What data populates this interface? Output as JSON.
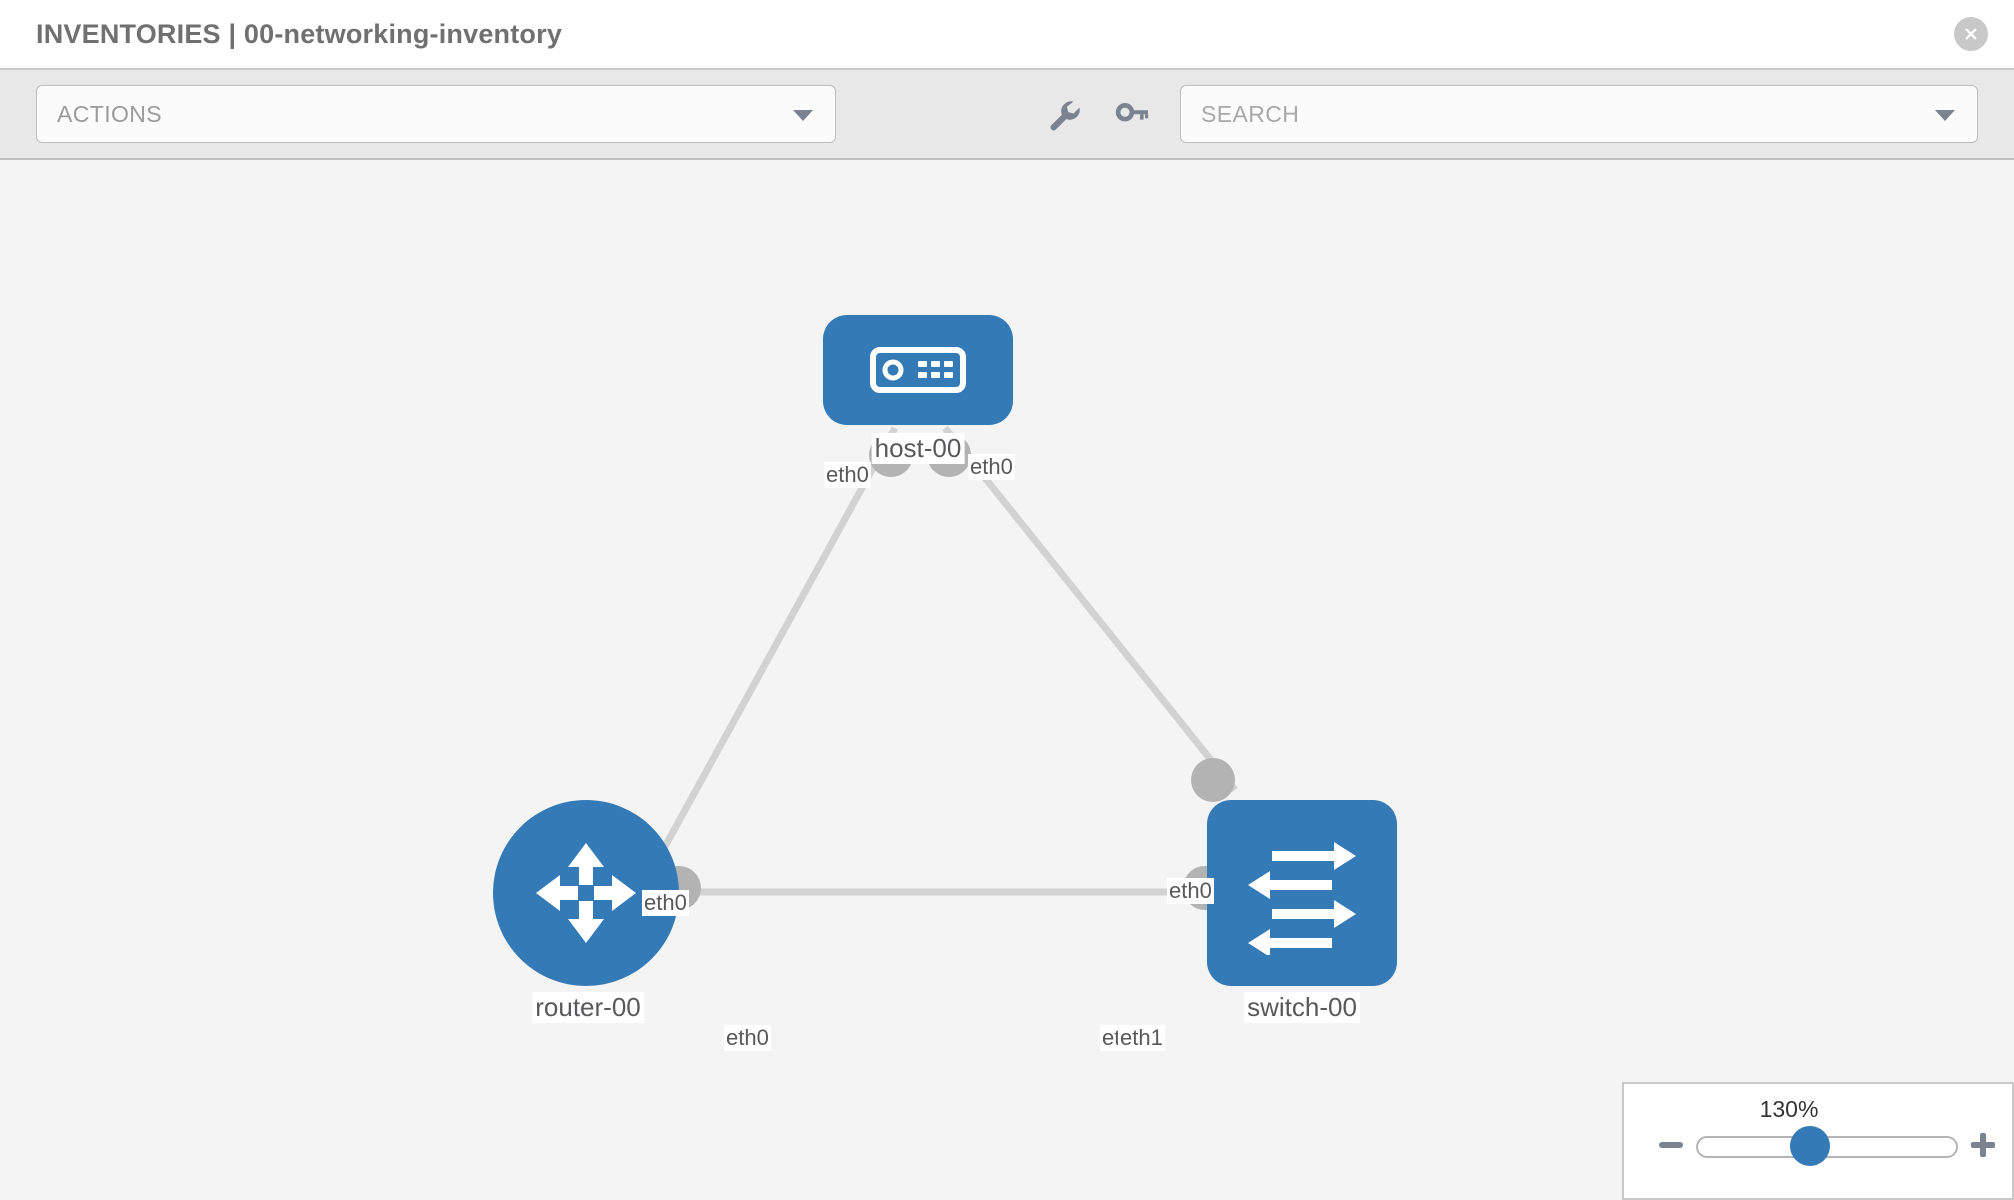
{
  "header": {
    "title": "INVENTORIES | 00-networking-inventory",
    "close_icon": "close-icon"
  },
  "toolbar": {
    "actions_label": "ACTIONS",
    "actions_caret_icon": "chevron-down-icon",
    "wrench_icon": "wrench-icon",
    "key_icon": "key-icon",
    "search_placeholder": "SEARCH",
    "search_caret_icon": "chevron-down-icon"
  },
  "topology": {
    "nodes": [
      {
        "id": "host-00",
        "label": "host-00",
        "type": "host",
        "icon": "server-icon"
      },
      {
        "id": "router-00",
        "label": "router-00",
        "type": "router",
        "icon": "router-arrows-icon"
      },
      {
        "id": "switch-00",
        "label": "switch-00",
        "type": "switch",
        "icon": "switch-arrows-icon"
      }
    ],
    "edges": [
      {
        "from": "host-00",
        "to": "router-00",
        "from_label": "eth0",
        "to_label": "eth0"
      },
      {
        "from": "host-00",
        "to": "switch-00",
        "from_label": "eth0",
        "to_label": "eth0"
      },
      {
        "from": "router-00",
        "to": "switch-00",
        "from_label": "eth0",
        "to_label": "eth1",
        "to_label_overlap": "eth0"
      }
    ],
    "edge_labels": {
      "host_left": "eth0",
      "host_right": "eth0",
      "router_up": "eth0",
      "switch_up": "eth0",
      "router_right": "eth0",
      "switch_left_under": "eth0",
      "switch_left": "eth1"
    },
    "colors": {
      "node_blue": "#337ab7",
      "port_gray": "#b3b3b3",
      "edge_gray": "#d2d2d2",
      "canvas_bg": "#f4f4f4",
      "label_text": "#59595b"
    }
  },
  "zoom_control": {
    "percent": "130%",
    "minus_icon": "minus-icon",
    "plus_icon": "plus-icon",
    "slider_value": 130
  }
}
